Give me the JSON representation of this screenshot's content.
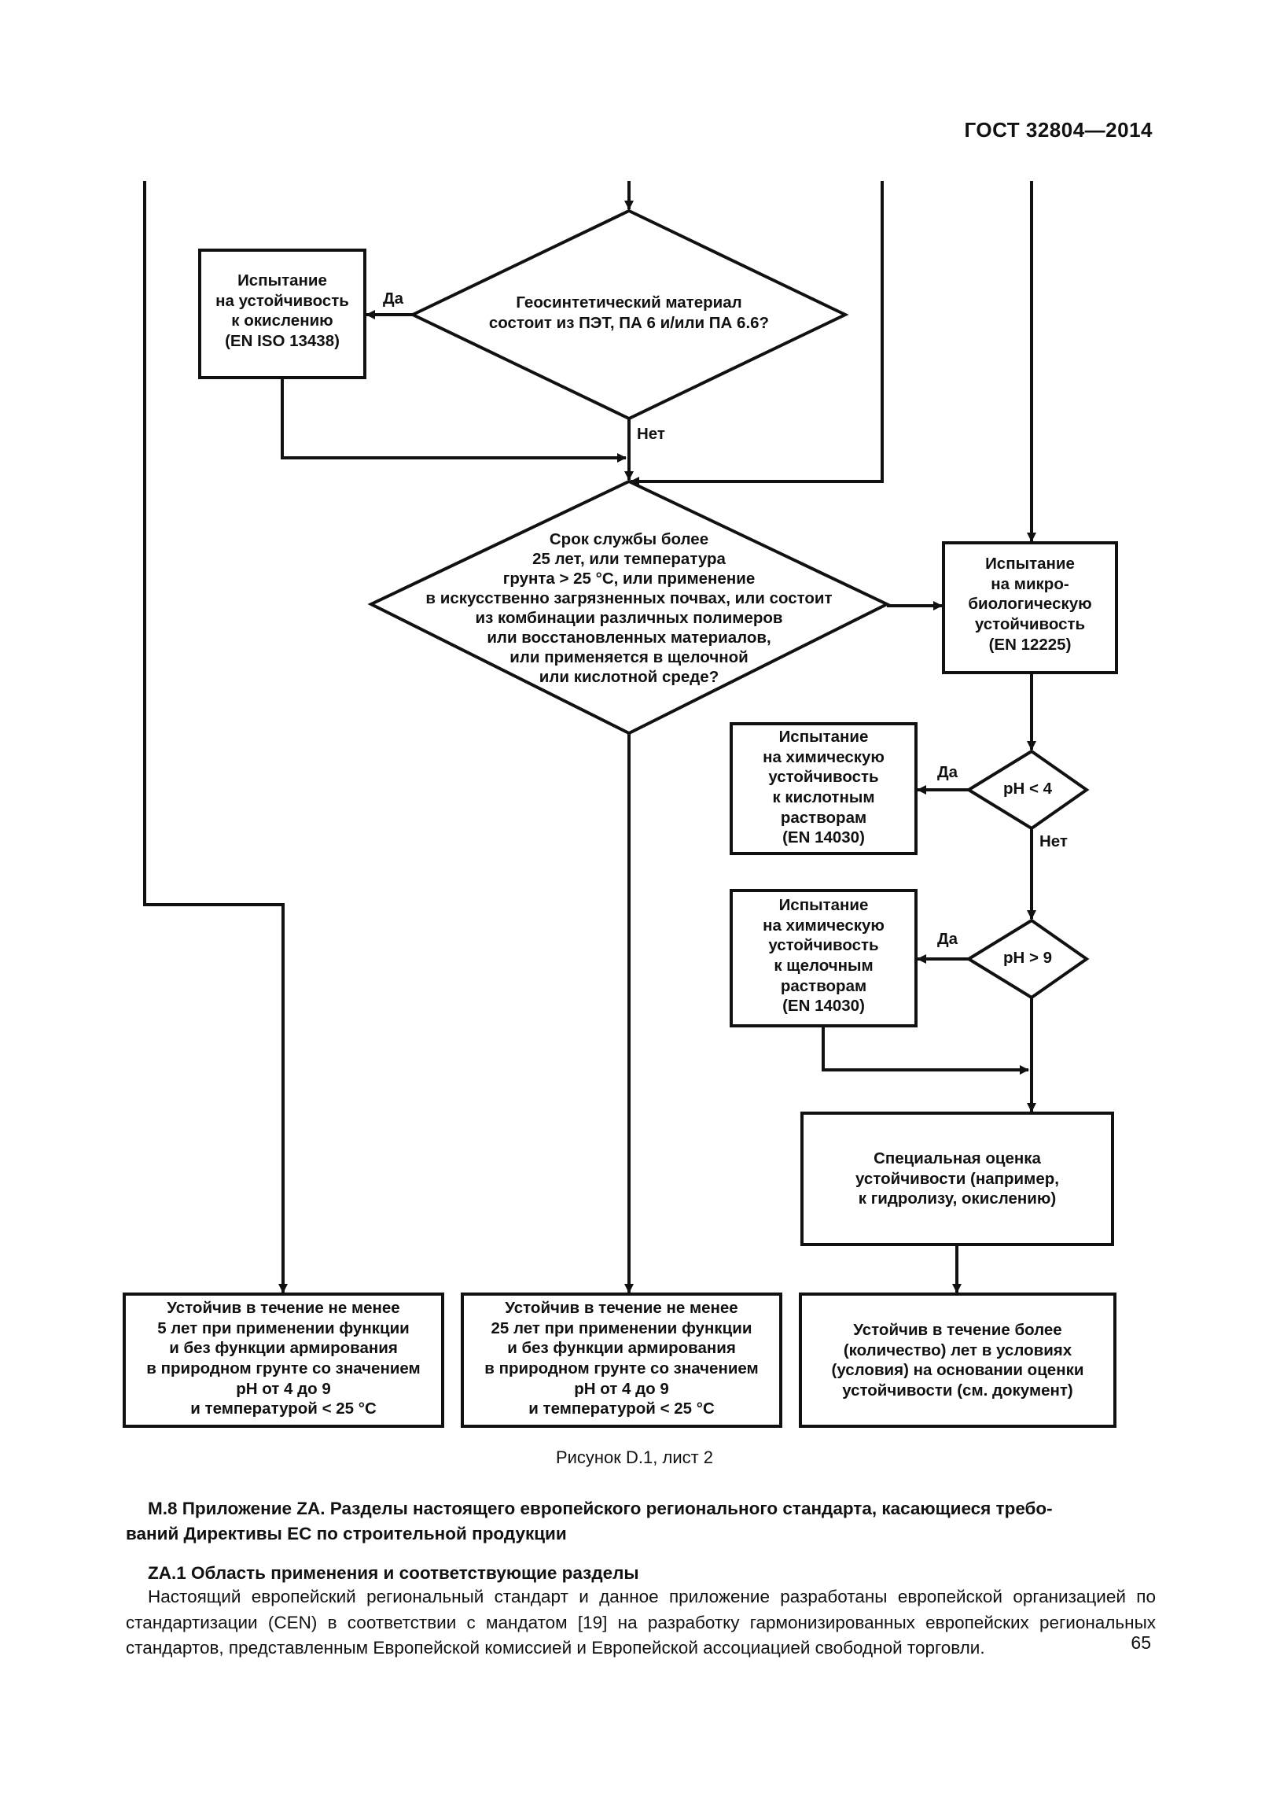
{
  "header": {
    "doc_id": "ГОСТ 32804—2014"
  },
  "flowchart": {
    "box_oxidation": [
      "Испытание",
      "на устойчивость",
      "к окислению",
      "(EN ISO 13438)"
    ],
    "diamond_material": [
      "Геосинтетический материал",
      "состоит из ПЭТ, ПА 6 и/или ПА 6.6?"
    ],
    "label_yes_1": "Да",
    "label_no_1": "Нет",
    "diamond_service": [
      "Срок службы более",
      "25 лет, или температура",
      "грунта > 25 °С, или применение",
      "в искусственно загрязненных почвах, или состоит",
      "из комбинации различных полимеров",
      "или восстановленных материалов,",
      "или применяется в щелочной",
      "или кислотной среде?"
    ],
    "box_micro": [
      "Испытание",
      "на микро-",
      "биологическую",
      "устойчивость",
      "(EN 12225)"
    ],
    "box_acid": [
      "Испытание",
      "на химическую",
      "устойчивость",
      "к кислотным",
      "растворам",
      "(EN 14030)"
    ],
    "diamond_ph_low": "pH < 4",
    "label_yes_2": "Да",
    "label_no_2": "Нет",
    "box_alkali": [
      "Испытание",
      "на химическую",
      "устойчивость",
      "к щелочным",
      "растворам",
      "(EN 14030)"
    ],
    "diamond_ph_high": "pH > 9",
    "label_yes_3": "Да",
    "box_special": [
      "Специальная оценка",
      "устойчивости (например,",
      "к гидролизу, окислению)"
    ],
    "result_5": [
      "Устойчив в течение не менее",
      "5 лет при применении функции",
      "и без функции армирования",
      "в природном грунте со значением",
      "pH от 4 до 9",
      "и температурой < 25 °С"
    ],
    "result_25": [
      "Устойчив в течение не менее",
      "25 лет при применении функции",
      "и без функции армирования",
      "в природном грунте со значением",
      "pH от 4 до 9",
      "и температурой < 25 °С"
    ],
    "result_custom": [
      "Устойчив в течение более",
      "(количество) лет в условиях",
      "(условия) на основании оценки",
      "устойчивости (см. документ)"
    ]
  },
  "caption": "Рисунок D.1, лист 2",
  "section_m8": {
    "title_line1": "М.8 Приложение ZA. Разделы настоящего европейского регионального стандарта, касающиеся требо-",
    "title_line2": "ваний Директивы ЕС по строительной продукции"
  },
  "section_za1": {
    "title": "ZA.1 Область применения и соответствующие разделы",
    "body": "Настоящий европейский региональный стандарт и данное приложение разработаны европейской организацией по стандартизации (CEN) в соответствии с мандатом [19] на разработку гармонизированных европейских региональных стандартов, представленным Европейской комиссией и Европейской ассоциацией свободной торговли."
  },
  "page_number": "65"
}
